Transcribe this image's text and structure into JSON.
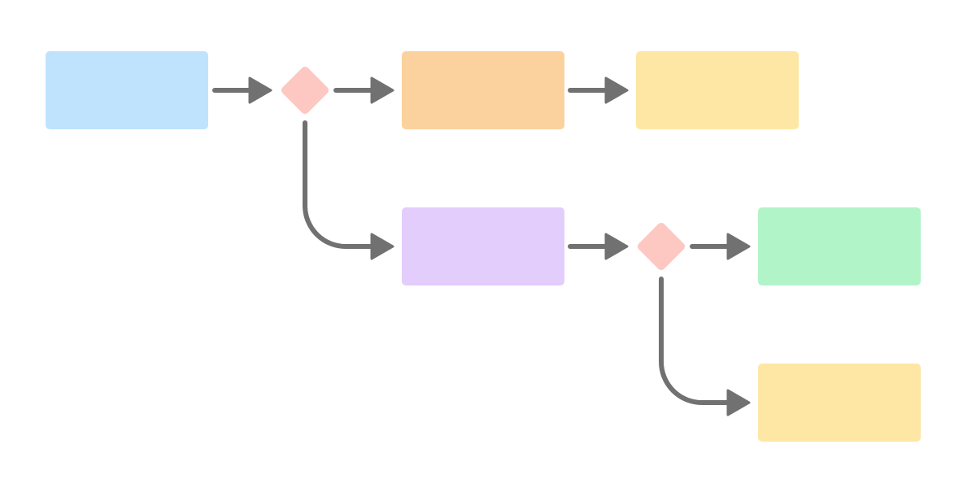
{
  "diagram": {
    "colors": {
      "connector": "#717171",
      "start_process": "#bfe3fd",
      "upper_process": "#fbd29d",
      "upper_end": "#fee7a4",
      "middle_process": "#e3cdfc",
      "middle_end": "#b1f4c8",
      "lower_end": "#fee7a4",
      "decision": "#fdc7c2"
    },
    "nodes": [
      {
        "id": "start",
        "shape": "rounded-rectangle",
        "text": ""
      },
      {
        "id": "decision-1",
        "shape": "diamond",
        "text": ""
      },
      {
        "id": "upper-process",
        "shape": "rounded-rectangle",
        "text": ""
      },
      {
        "id": "upper-end",
        "shape": "rounded-rectangle",
        "text": ""
      },
      {
        "id": "middle-process",
        "shape": "rounded-rectangle",
        "text": ""
      },
      {
        "id": "decision-2",
        "shape": "diamond",
        "text": ""
      },
      {
        "id": "middle-end",
        "shape": "rounded-rectangle",
        "text": ""
      },
      {
        "id": "lower-end",
        "shape": "rounded-rectangle",
        "text": ""
      }
    ],
    "edges": [
      {
        "from": "start",
        "to": "decision-1"
      },
      {
        "from": "decision-1",
        "to": "upper-process"
      },
      {
        "from": "upper-process",
        "to": "upper-end"
      },
      {
        "from": "decision-1",
        "to": "middle-process"
      },
      {
        "from": "middle-process",
        "to": "decision-2"
      },
      {
        "from": "decision-2",
        "to": "middle-end"
      },
      {
        "from": "decision-2",
        "to": "lower-end"
      }
    ]
  }
}
